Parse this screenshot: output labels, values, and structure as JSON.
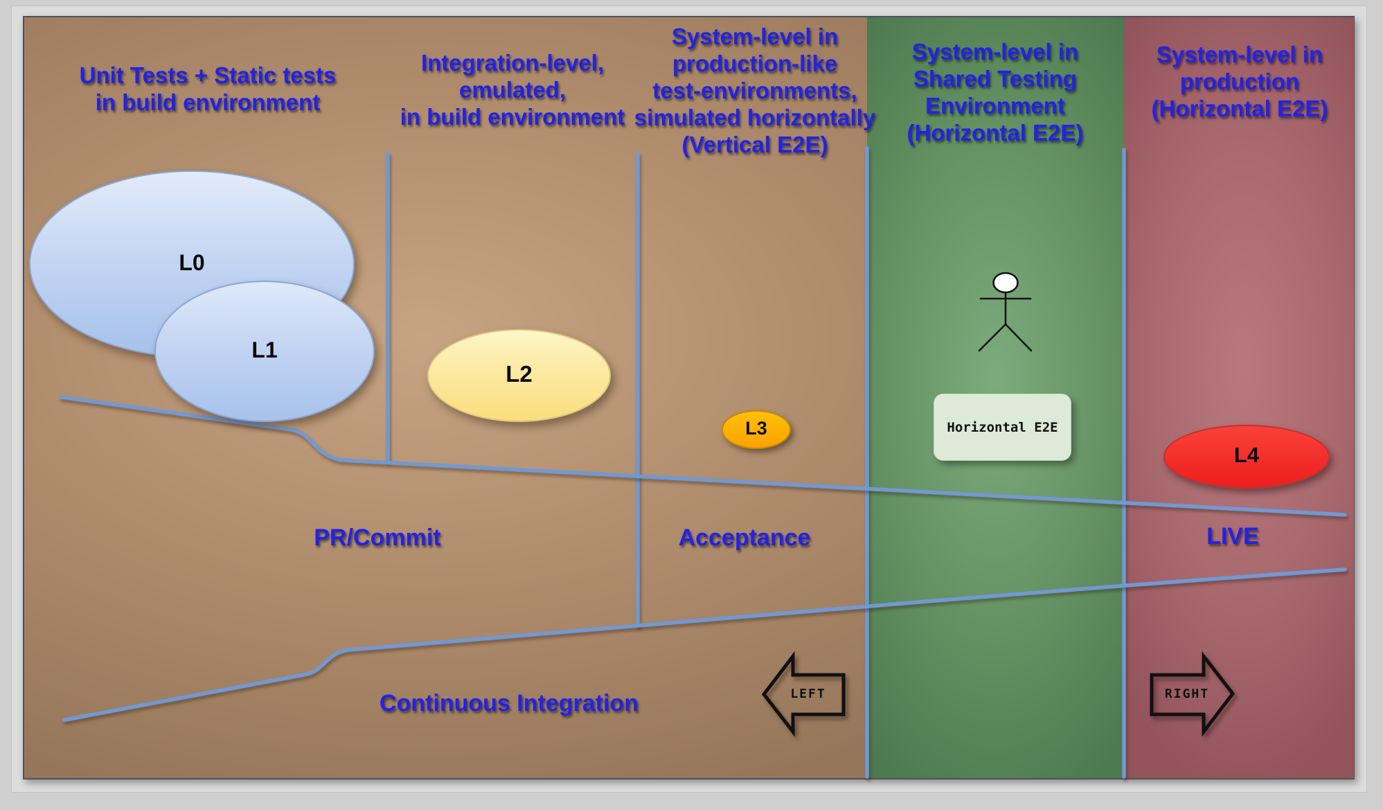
{
  "diagram_title": "Test levels across environments (shift-left / shift-right testing funnel)",
  "colors": {
    "heading_blue": "#2222e6",
    "funnel_line_blue": "#7199d2",
    "panel_brown": "#b08d6d",
    "panel_green": "#659263",
    "panel_red": "#a96a6f",
    "l0_l1_fill": "#c4d5f2",
    "l2_fill": "#fce9a2",
    "l3_fill": "#fda201",
    "l4_fill": "#ee1e1e",
    "e2e_box_fill": "#dcead7"
  },
  "columns": [
    {
      "header": "Unit Tests + Static tests\nin build environment"
    },
    {
      "header": "Integration-level,\nemulated,\nin build environment"
    },
    {
      "header": "System-level in\nproduction-like\ntest-environments,\nsimulated horizontally\n(Vertical E2E)"
    },
    {
      "header": "System-level in\nShared Testing\nEnvironment\n(Horizontal E2E)"
    },
    {
      "header": "System-level in\nproduction\n(Horizontal E2E)"
    }
  ],
  "levels": [
    {
      "label": "L0"
    },
    {
      "label": "L1"
    },
    {
      "label": "L2"
    },
    {
      "label": "L3"
    },
    {
      "label": "L4"
    }
  ],
  "stages": {
    "pr_commit": "PR/Commit",
    "acceptance": "Acceptance",
    "live": "LIVE",
    "continuous_integration": "Continuous Integration"
  },
  "actor_box": {
    "label": "Horizontal E2E"
  },
  "arrows": {
    "left": "LEFT",
    "right": "RIGHT"
  }
}
